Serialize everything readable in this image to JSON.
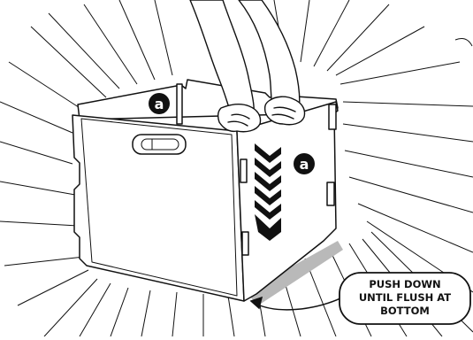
{
  "diagram": {
    "panel_labels": {
      "back_panel": "a",
      "side_panel": "a"
    },
    "callout": {
      "lines": [
        "PUSH DOWN",
        "UNTIL FLUSH AT",
        "BOTTOM"
      ]
    },
    "colors": {
      "ink": "#111111",
      "paper": "#ffffff",
      "shadow": "#b9b9b9",
      "chevron": "#111111"
    },
    "icons": [
      "hands-icon",
      "chevron-down-icon",
      "curved-arrow-icon",
      "handle-cutout-icon"
    ]
  }
}
